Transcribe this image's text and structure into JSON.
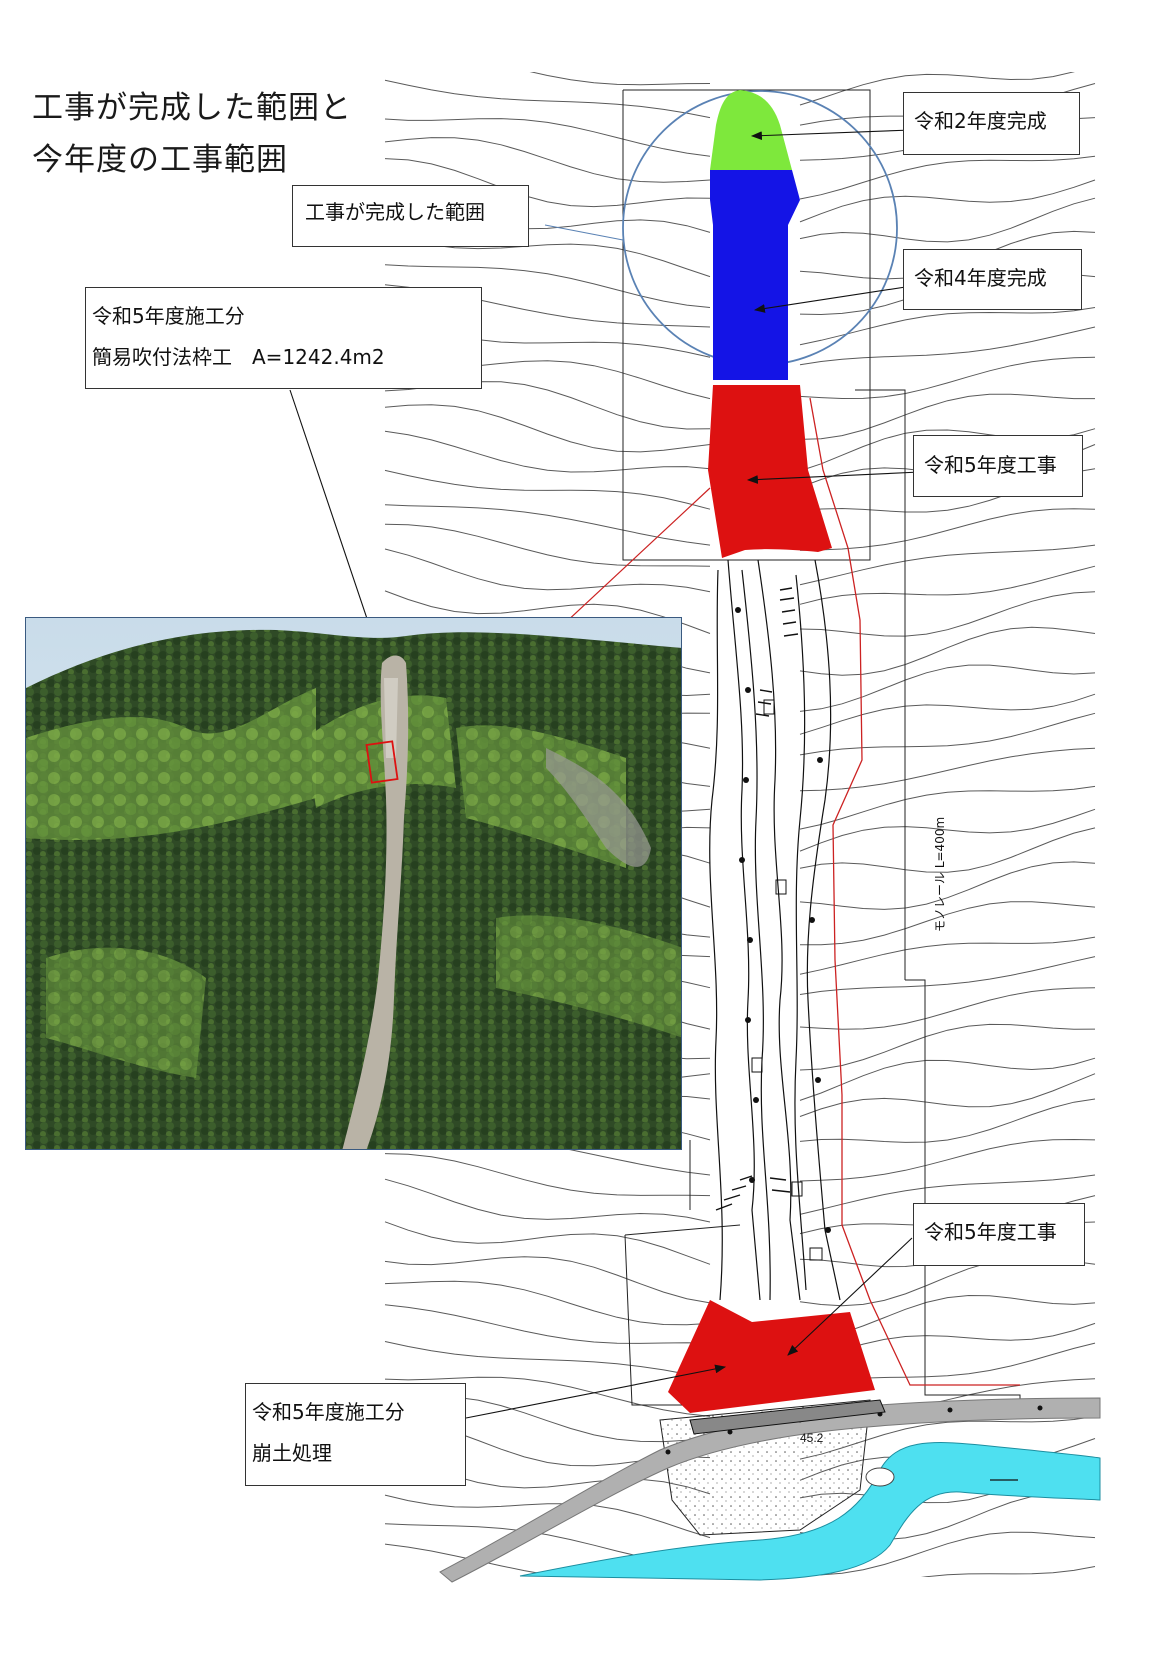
{
  "title": {
    "line1": "工事が完成した範囲と",
    "line2": "今年度の工事範囲"
  },
  "callouts": {
    "completed_range": "工事が完成した範囲",
    "r5_slope": {
      "line1": "令和5年度施工分",
      "line2": "簡易吹付法枠工　A=1242.4m2"
    },
    "r2": "令和2年度完成",
    "r4": "令和4年度完成",
    "r5_upper": "令和5年度工事",
    "r5_lower": "令和5年度工事",
    "r5_collapse": {
      "line1": "令和5年度施工分",
      "line2": "崩土処理"
    }
  },
  "map_labels": {
    "road_elevation": "45.2",
    "rope_label": "モノレール L=400m"
  },
  "colors": {
    "r2_completed": "#7ee83c",
    "r4_completed": "#1414e6",
    "r5_works": "#dd1111",
    "river": "#4ee0f0",
    "road": "#b0b0b0",
    "circle": "#5a82b4",
    "red_line": "#cc2222"
  }
}
